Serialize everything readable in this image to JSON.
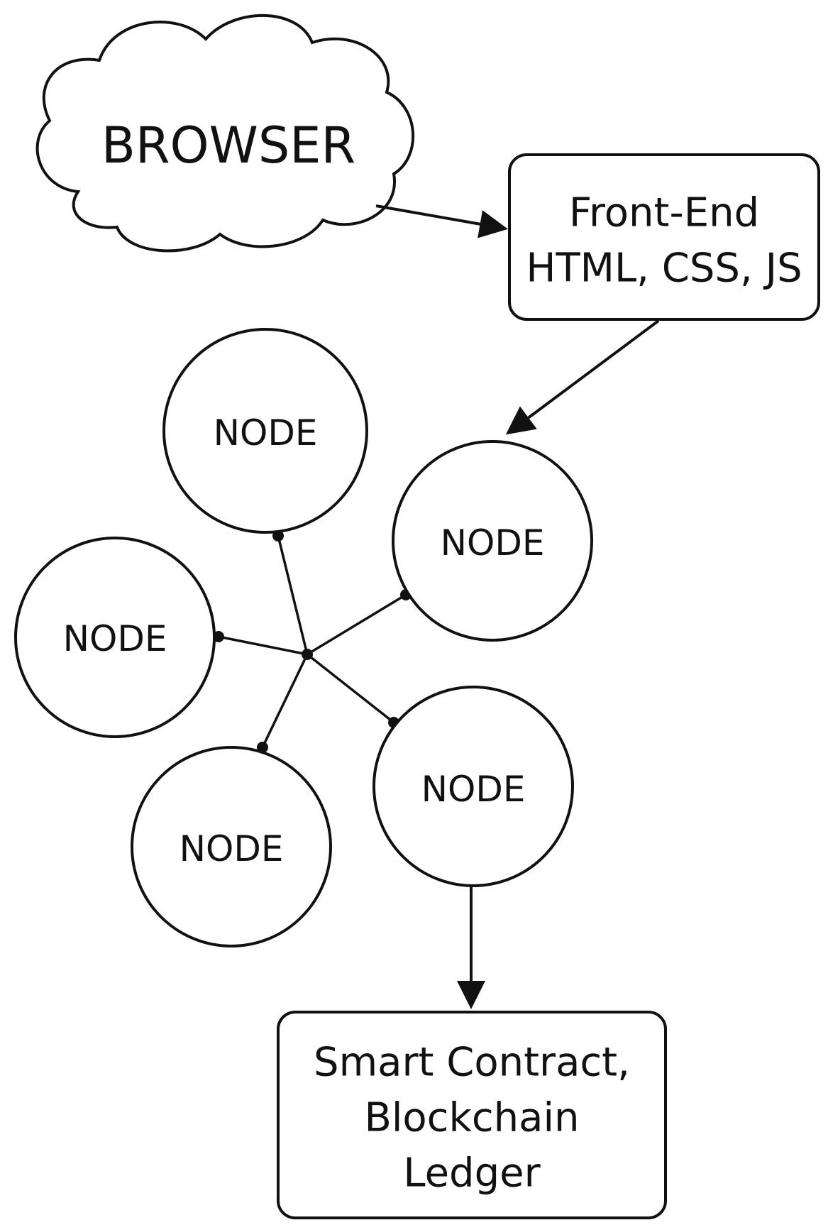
{
  "diagram": {
    "browser": {
      "label": "BROWSER"
    },
    "frontend": {
      "line1": "Front-End",
      "line2": "HTML, CSS, JS"
    },
    "nodes": {
      "top": "NODE",
      "right": "NODE",
      "left": "NODE",
      "bottom_left": "NODE",
      "bottom_right": "NODE"
    },
    "ledger": {
      "line1": "Smart Contract,",
      "line2": "Blockchain",
      "line3": "Ledger"
    }
  },
  "colors": {
    "stroke": "#111111",
    "background": "#ffffff"
  }
}
